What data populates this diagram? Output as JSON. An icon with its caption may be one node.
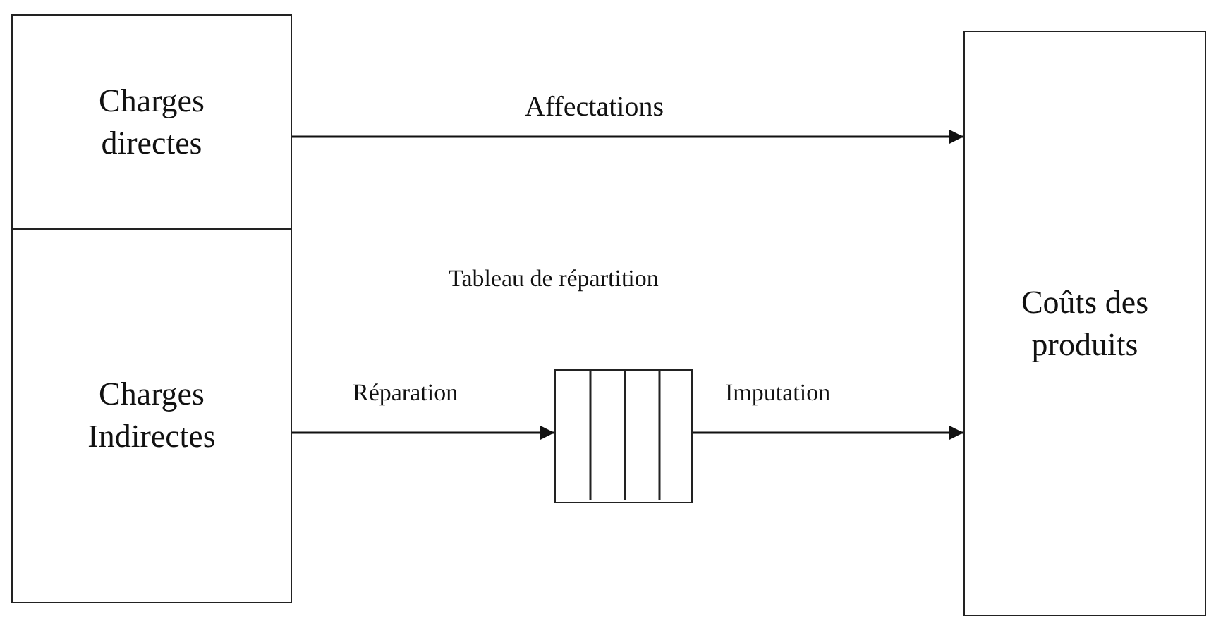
{
  "diagram": {
    "nodes": [
      {
        "text": [
          "Charges directes"
        ]
      },
      {
        "text": [
          "Charges Indirectes"
        ]
      },
      {
        "text": [],
        "shape": "table",
        "beside": [
          "Tableau de répartition"
        ]
      },
      {
        "text": [
          "Coûts des produits"
        ]
      }
    ],
    "edges": [
      {
        "from": 0,
        "to": 3,
        "arrow": "to",
        "label": "Affectations"
      },
      {
        "from": 1,
        "to": 2,
        "arrow": "to",
        "label": "Réparation"
      },
      {
        "from": 2,
        "to": 3,
        "arrow": "to",
        "label": "Imputation"
      }
    ]
  }
}
